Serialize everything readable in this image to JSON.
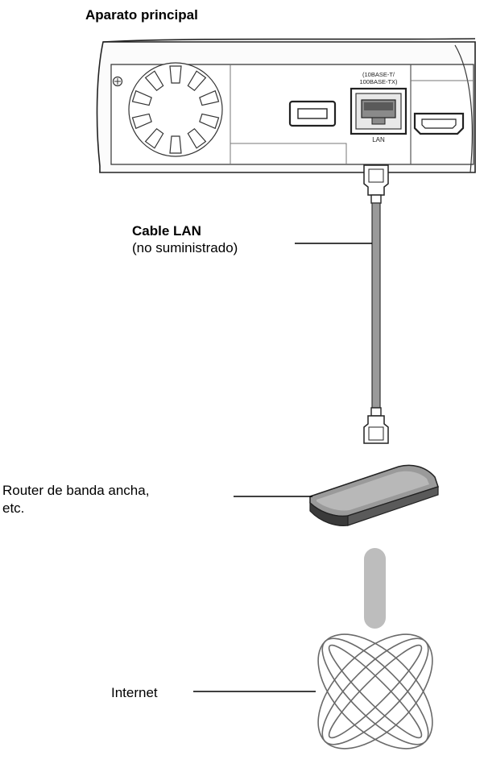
{
  "title": "Aparato principal",
  "port": {
    "spec_line1": "(10BASE-T/",
    "spec_line2": "100BASE-TX)",
    "label": "LAN"
  },
  "cable": {
    "name": "Cable LAN",
    "note": "(no suministrado)"
  },
  "router": {
    "line1": "Router de banda ancha,",
    "line2": "etc."
  },
  "internet": "Internet",
  "colors": {
    "cable": "#9a9a9a",
    "link": "#bdbdbd",
    "line": "#000000",
    "globe": "#6a6a6a"
  }
}
